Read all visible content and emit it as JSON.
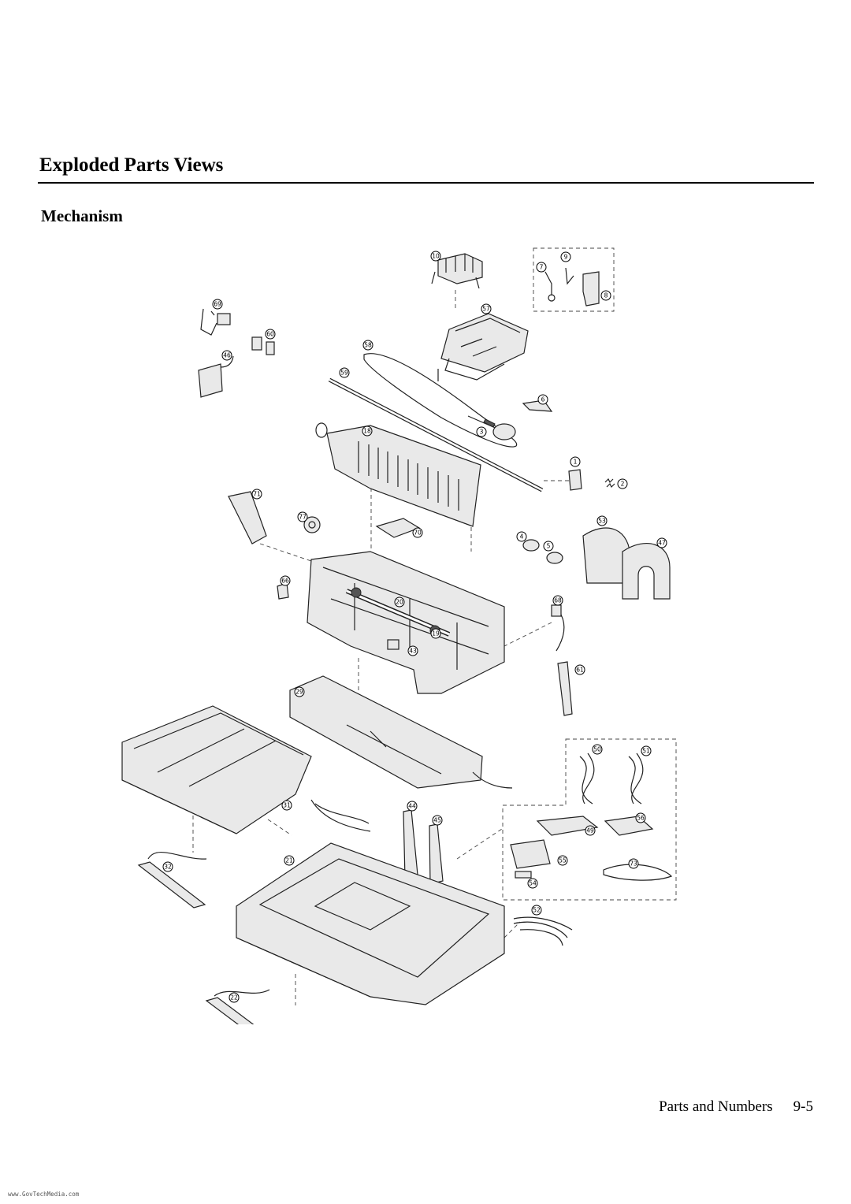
{
  "page": {
    "section_title": "Exploded Parts Views",
    "subsection_title": "Mechanism",
    "footer": {
      "label": "Parts and Numbers",
      "page_number": "9-5"
    },
    "watermark": "www.GovTechMedia.com"
  },
  "diagram": {
    "callouts": [
      "10",
      "9",
      "7",
      "8",
      "69",
      "57",
      "60",
      "46",
      "58",
      "59",
      "6",
      "3",
      "18",
      "1",
      "2",
      "71",
      "77",
      "70",
      "53",
      "4",
      "5",
      "47",
      "66",
      "20",
      "68",
      "19",
      "43",
      "61",
      "29",
      "50",
      "51",
      "31",
      "44",
      "45",
      "49",
      "56",
      "32",
      "21",
      "55",
      "73",
      "54",
      "52",
      "22"
    ]
  }
}
